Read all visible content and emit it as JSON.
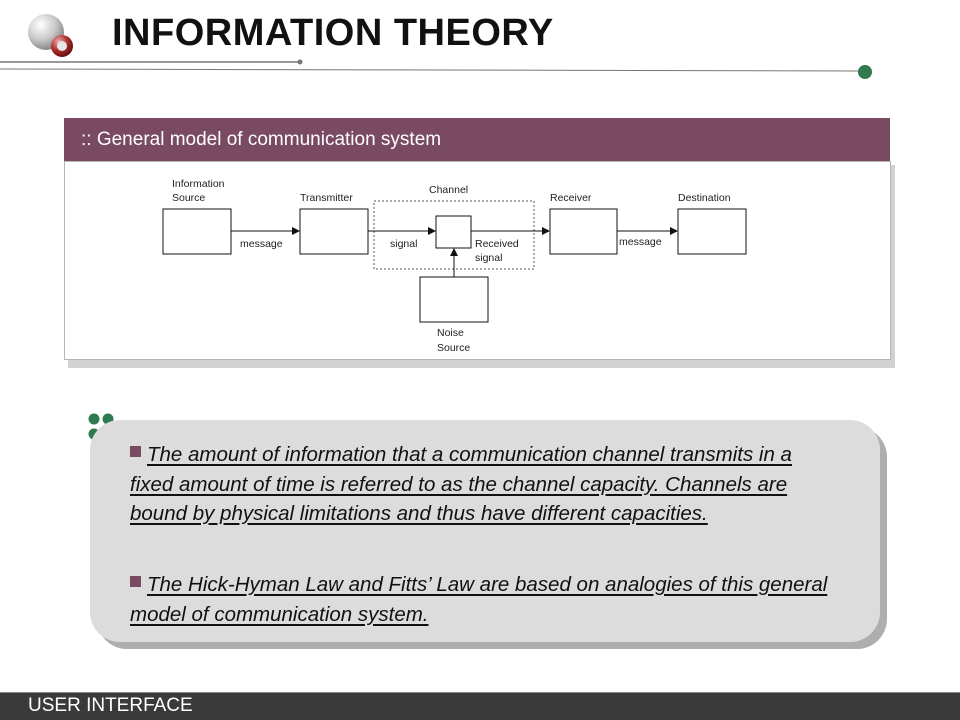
{
  "header": {
    "title": "INFORMATION THEORY"
  },
  "panel": {
    "title": ":: General model of communication system"
  },
  "diagram": {
    "labels": {
      "information_source_line1": "Information",
      "information_source_line2": "Source",
      "transmitter": "Transmitter",
      "channel": "Channel",
      "receiver": "Receiver",
      "destination": "Destination",
      "message_left": "message",
      "signal": "signal",
      "received_signal_line1": "Received",
      "received_signal_line2": "signal",
      "message_right": "message",
      "noise_source_line1": "Noise",
      "noise_source_line2": "Source"
    }
  },
  "bullets": [
    {
      "text": "The amount of information that a communication channel transmits in a fixed amount of time is referred to as the channel capacity. Channels are bound by physical limitations and thus have different capacities."
    },
    {
      "text": "The Hick-Hyman Law and Fitts’ Law are based on analogies of this general model of communication system."
    }
  ],
  "footer": {
    "label": "USER INTERFACE"
  },
  "colors": {
    "accent": "#7a4a62",
    "green_dot": "#2f7a4f",
    "footer_bg": "#3a3a3a",
    "card_bg": "#dcdcdc"
  }
}
